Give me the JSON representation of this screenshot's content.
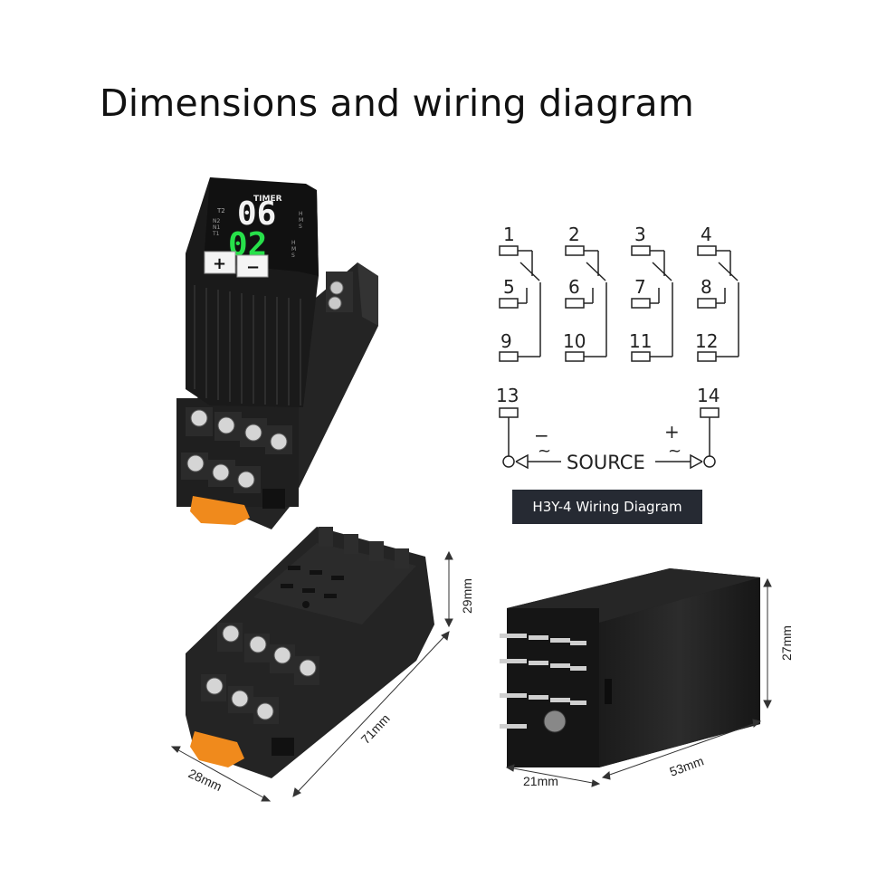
{
  "title": "Dimensions and wiring diagram",
  "timer": {
    "label": "TIMER",
    "display_top": "06",
    "display_bottom": "02",
    "left_labels_top": "T2",
    "left_labels_bottom": [
      "N2",
      "N1",
      "T1"
    ],
    "right_labels": [
      "H",
      "M",
      "S"
    ],
    "plus_button": "+",
    "minus_button": "−"
  },
  "wiring": {
    "contacts": [
      {
        "top": "1",
        "mid": "5",
        "bottom": "9"
      },
      {
        "top": "2",
        "mid": "6",
        "bottom": "10"
      },
      {
        "top": "3",
        "mid": "7",
        "bottom": "11"
      },
      {
        "top": "4",
        "mid": "8",
        "bottom": "12"
      }
    ],
    "source_left": "13",
    "source_right": "14",
    "minus_sign": "−",
    "plus_sign": "+",
    "tilde": "~",
    "source_label": "SOURCE",
    "caption": "H3Y-4 Wiring Diagram"
  },
  "dimensions": {
    "socket_height": "29mm",
    "socket_length": "71mm",
    "socket_width": "28mm",
    "relay_height": "27mm",
    "relay_width": "21mm",
    "relay_length": "53mm"
  },
  "colors": {
    "display_white": "#f2f2f2",
    "display_green": "#27e04a",
    "socket_clip": "#f08a1c",
    "body": "#1e1e1e",
    "caption_bg": "#262a33"
  }
}
